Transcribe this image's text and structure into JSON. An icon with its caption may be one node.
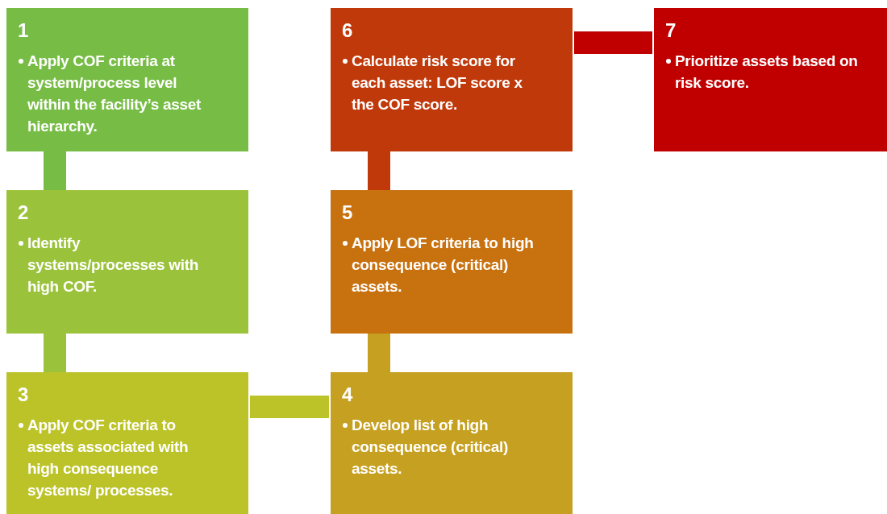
{
  "diagram": {
    "nodes": [
      {
        "text": [
          "1",
          "Apply COF criteria at system/process level within the facility’s asset hierarchy."
        ]
      },
      {
        "text": [
          "2",
          "Identify systems/processes with high COF."
        ]
      },
      {
        "text": [
          "3",
          "Apply COF criteria to assets associated with high consequence systems/ processes."
        ]
      },
      {
        "text": [
          "4",
          "Develop list of high consequence (critical) assets."
        ]
      },
      {
        "text": [
          "5",
          "Apply LOF criteria to high consequence (critical) assets."
        ]
      },
      {
        "text": [
          "6",
          "Calculate risk score for each asset: LOF score x the COF score."
        ]
      },
      {
        "text": [
          "7",
          "Prioritize assets based on risk score."
        ]
      }
    ],
    "edges": [
      {
        "from": 0,
        "to": 1,
        "arrow": "none",
        "color": "#77bc45"
      },
      {
        "from": 1,
        "to": 2,
        "arrow": "none",
        "color": "#9bc23b"
      },
      {
        "from": 2,
        "to": 3,
        "arrow": "none",
        "color": "#bcc329"
      },
      {
        "from": 3,
        "to": 4,
        "arrow": "none",
        "color": "#c6a020"
      },
      {
        "from": 4,
        "to": 5,
        "arrow": "none",
        "color": "#c0390b"
      },
      {
        "from": 5,
        "to": 6,
        "arrow": "none",
        "color": "#c00000"
      }
    ]
  }
}
